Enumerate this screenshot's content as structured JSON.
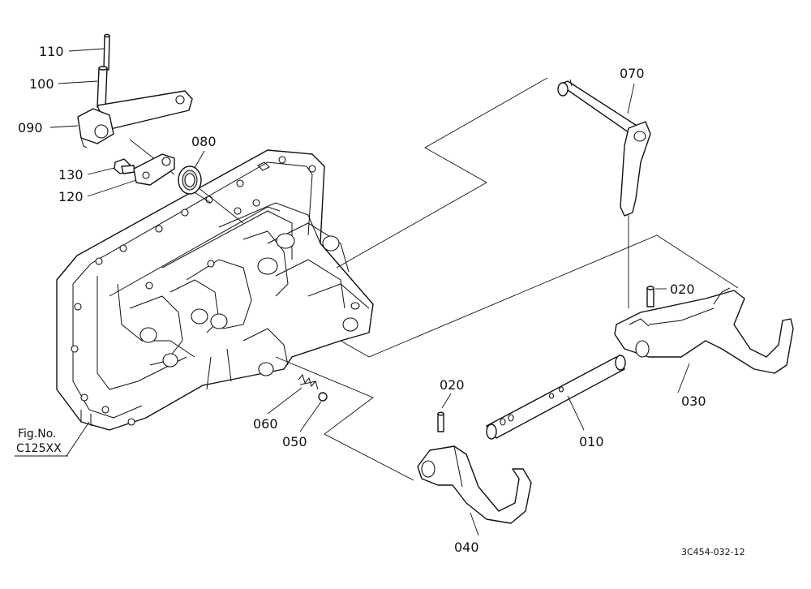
{
  "callouts": {
    "p110": "110",
    "p100": "100",
    "p090": "090",
    "p130": "130",
    "p120": "120",
    "p080": "080",
    "p070": "070",
    "p020a": "020",
    "p020b": "020",
    "p030": "030",
    "p010": "010",
    "p060": "060",
    "p050": "050",
    "p040": "040"
  },
  "figure_ref": {
    "line1": "Fig.No.",
    "line2": "C125XX"
  },
  "drawing_code": "3C454-032-12"
}
